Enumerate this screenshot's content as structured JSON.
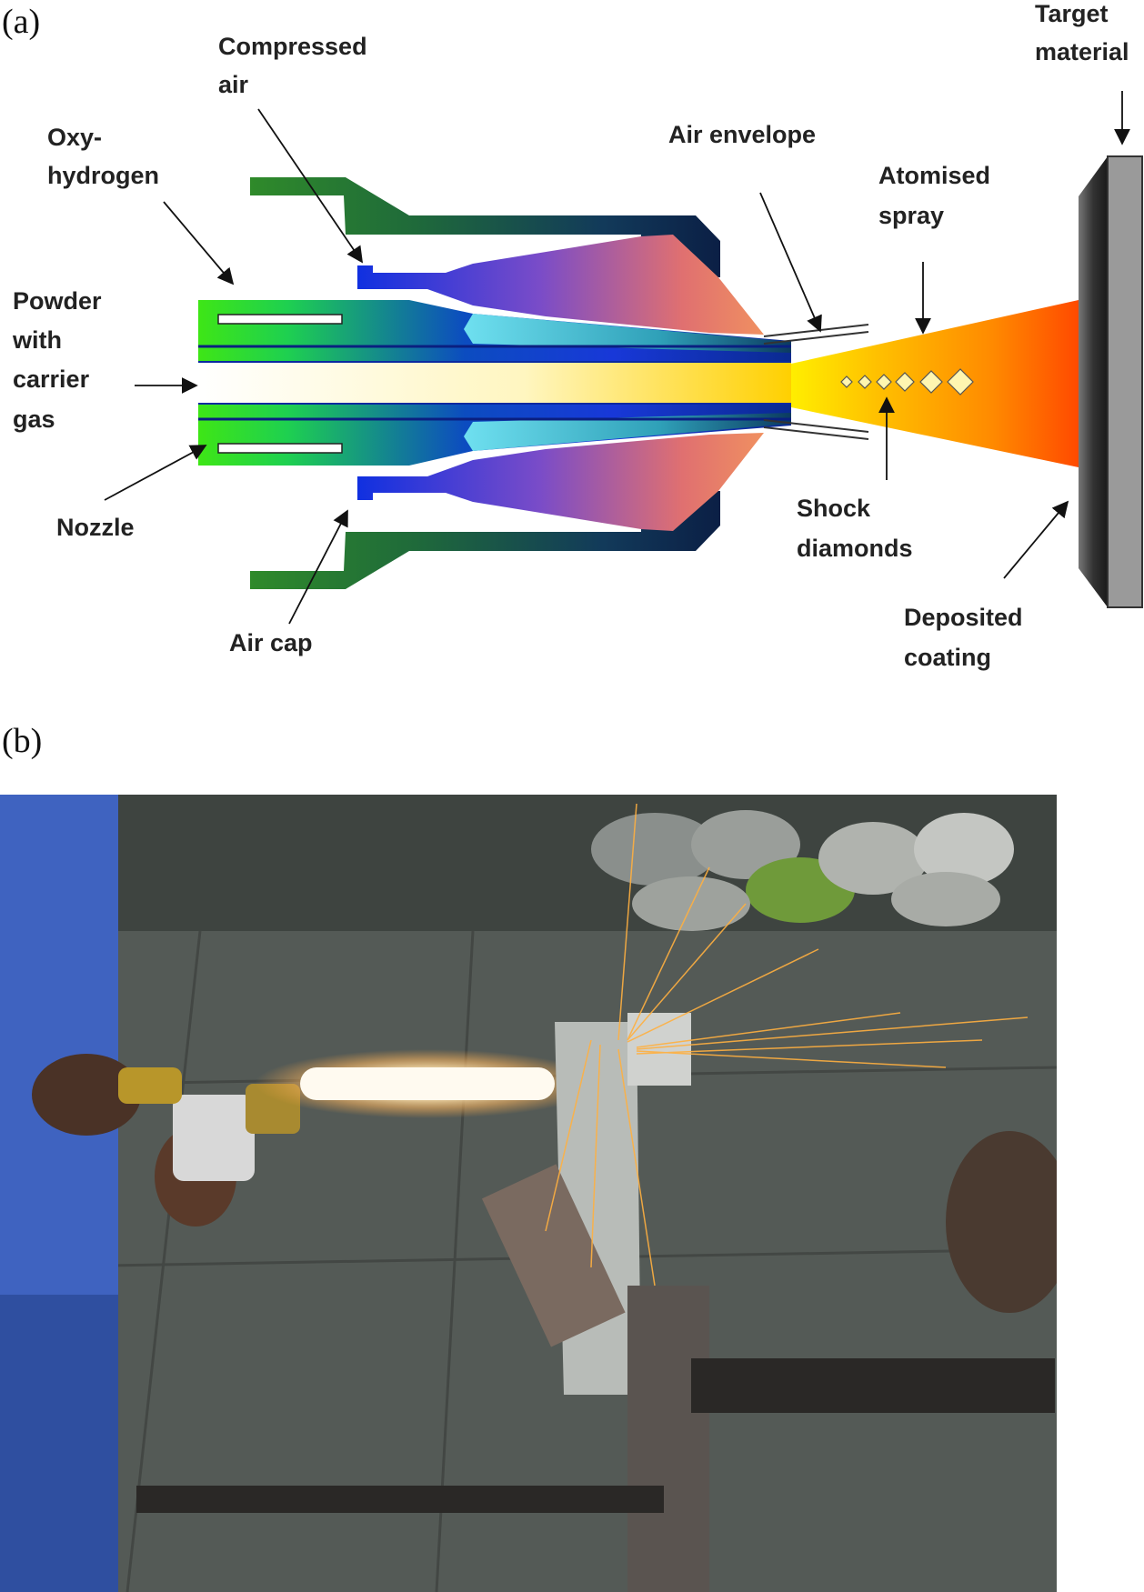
{
  "panels": {
    "a": "(a)",
    "b": "(b)"
  },
  "labels": {
    "target_material": [
      "Target",
      "material"
    ],
    "compressed_air": [
      "Compressed",
      "air"
    ],
    "oxy_hydrogen": [
      "Oxy-",
      "hydrogen"
    ],
    "air_envelope": [
      "Air envelope"
    ],
    "atomised_spray": [
      "Atomised",
      "spray"
    ],
    "powder": [
      "Powder",
      "with",
      "carrier",
      "gas"
    ],
    "nozzle": [
      "Nozzle"
    ],
    "shock_diamonds": [
      "Shock",
      "diamonds"
    ],
    "air_cap": [
      "Air cap"
    ],
    "deposited_coating": [
      "Deposited",
      "coating"
    ]
  },
  "colors": {
    "air_cap": "#2f7d2a",
    "air_cap_dark": "#0d2a4a",
    "nozzle_green": "#3ee616",
    "nozzle_blue": "#1838d8",
    "inner_cyan": "#5fd6e6",
    "spray_yellow": "#ffe600",
    "spray_orange": "#ff7a00",
    "spray_red": "#ff4a00",
    "target_grey": "#9a9a9a",
    "coating_dark": "#2a2a2a"
  }
}
